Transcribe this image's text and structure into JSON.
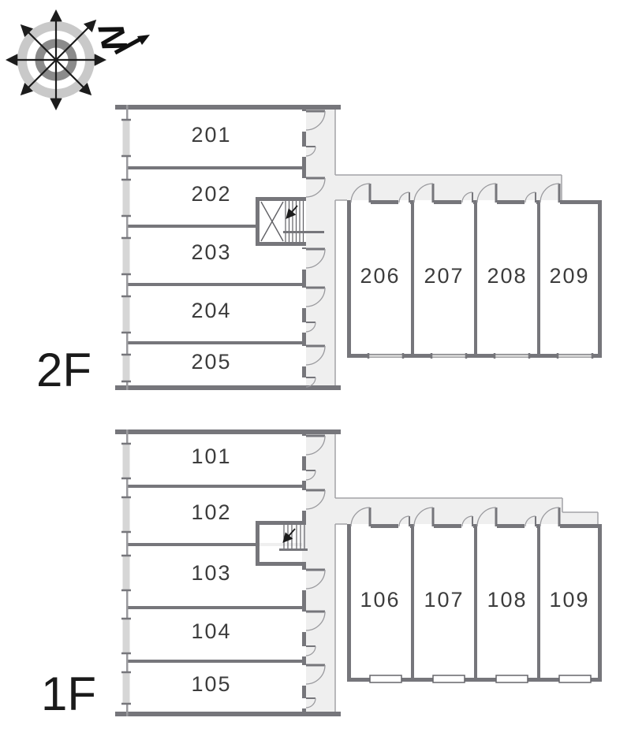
{
  "compass": {
    "north_label": "N"
  },
  "floors": [
    {
      "label": "2F",
      "left_rooms": [
        "201",
        "202",
        "203",
        "204",
        "205"
      ],
      "right_rooms": [
        "206",
        "207",
        "208",
        "209"
      ]
    },
    {
      "label": "1F",
      "left_rooms": [
        "101",
        "102",
        "103",
        "104",
        "105"
      ],
      "right_rooms": [
        "106",
        "107",
        "108",
        "109"
      ]
    }
  ],
  "colors": {
    "wall": "#76767b",
    "thin_line": "#9a9a9e",
    "corridor_fill": "#efefef",
    "window_fill": "#d6d6d6",
    "label_text": "#3c3c3c",
    "compass_outer_ring": "#c9c9c9",
    "compass_inner_ring": "#8b8b8b",
    "compass_arrow": "#1c1c1c"
  }
}
